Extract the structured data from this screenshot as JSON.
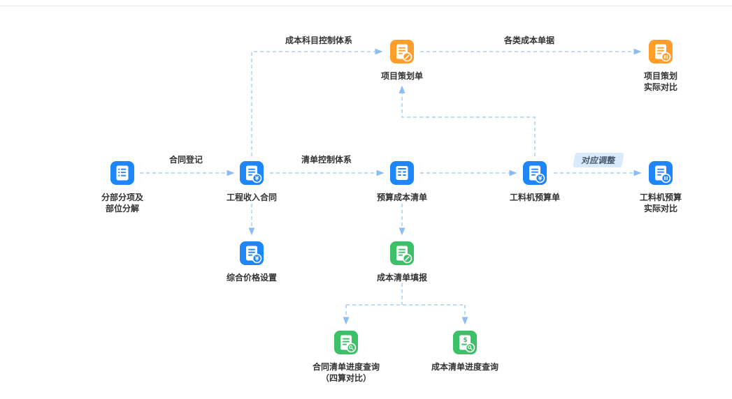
{
  "diagram": {
    "nodes": {
      "breakdown": {
        "label": "分部分项及\n部位分解"
      },
      "income_contract": {
        "label": "工程收入合同"
      },
      "project_plan": {
        "label": "项目策划单"
      },
      "project_plan_compare": {
        "label": "项目策划\n实际对比"
      },
      "budget_cost_list": {
        "label": "预算成本清单"
      },
      "labor_material_budget": {
        "label": "工料机预算单"
      },
      "labor_budget_compare": {
        "label": "工料机预算\n实际对比"
      },
      "price_setting": {
        "label": "综合价格设置"
      },
      "cost_list_fill": {
        "label": "成本清单填报"
      },
      "contract_list_progress": {
        "label": "合同清单进度查询\n（四算对比）"
      },
      "cost_list_progress": {
        "label": "成本清单进度查询"
      }
    },
    "edge_labels": {
      "contract_register": "合同登记",
      "cost_subject_control": "成本科目控制体系",
      "cost_documents": "各类成本单据",
      "list_control": "清单控制体系",
      "adjust": "对应调整"
    },
    "colors": {
      "blue": "#1f86f9",
      "orange": "#ff9e2a",
      "green": "#3cc168",
      "arrow": "#a8cdf5",
      "text": "#333333",
      "adjust_bg": "#d9eafc"
    }
  }
}
